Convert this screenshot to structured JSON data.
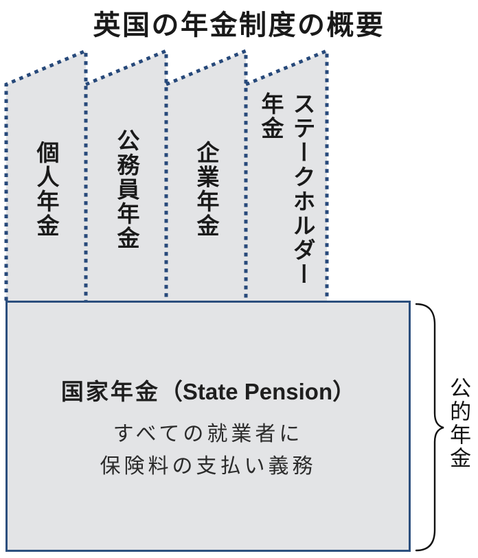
{
  "title": "英国の年金制度の概要",
  "pillars": [
    {
      "label": "個人年金"
    },
    {
      "label": "公務員年金"
    },
    {
      "label": "企業年金"
    },
    {
      "label": "ステークホルダー年金",
      "label_lines": [
        "ステークホルダー",
        "年金"
      ]
    }
  ],
  "box": {
    "heading_jp": "国家年金",
    "heading_en": "（State Pension）",
    "body_line1": "すべての就業者に",
    "body_line2": "保険料の支払い義務"
  },
  "bracket": {
    "label": "公的年金"
  },
  "colors": {
    "pillar_fill": "#e3e4e6",
    "dotted_border": "#27497a",
    "box_border": "#2c4f7e",
    "box_fill": "#e3e4e6",
    "text": "#1a1a1a"
  }
}
